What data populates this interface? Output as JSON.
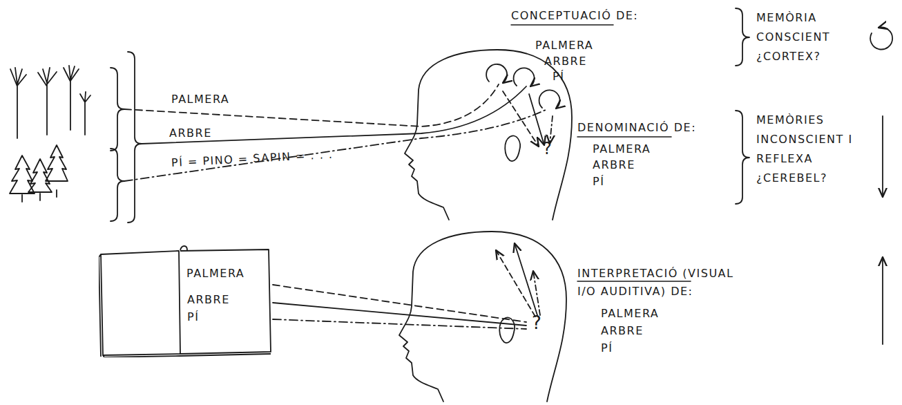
{
  "diagram": {
    "nodes": [
      {
        "text": [
          "PALMERA",
          "ARBRE",
          "PÍ"
        ]
      },
      {
        "text": [
          "?"
        ]
      }
    ],
    "edges": [
      {
        "from": 0,
        "to": 1,
        "arrow": "none"
      },
      {
        "from": 0,
        "to": 1,
        "arrow": "none"
      },
      {
        "from": 0,
        "to": 1,
        "arrow": "none"
      }
    ],
    "labels": [
      "PALMERA",
      "ARBRE",
      "PÍ = PINO = SAPIN = . . .",
      "CONCEPTUACIÓ DE:",
      "PALMERA",
      "ARBRE",
      "PÍ",
      "MEMÒRIA CONSCIENT ¿CORTEX?",
      "?",
      "DENOMINACIÓ DE:",
      "PALMERA",
      "ARBRE",
      "PÍ",
      "MEMÒRIES INCONSCIENT I REFLEXA ¿CEREBEL?",
      "INTERPRETACIÓ (VISUAL I/O AUDITIVA) DE:",
      "PALMERA",
      "ARBRE",
      "PÍ"
    ]
  }
}
